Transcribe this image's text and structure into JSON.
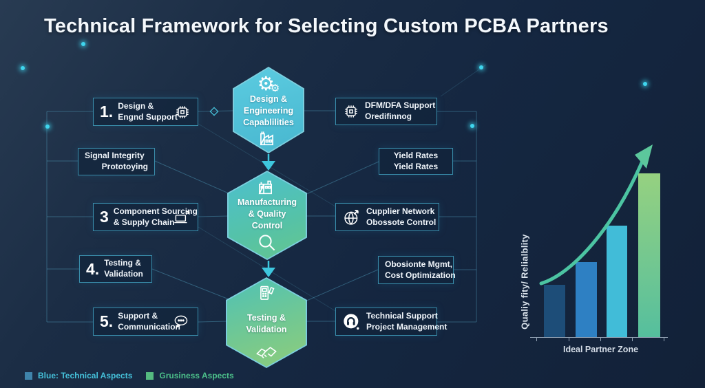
{
  "title": "Technical Framework for Selecting Custom PCBA Partners",
  "hexagons": [
    {
      "label": "Design & Engineering Capablilities",
      "top_icon": "gears-icon",
      "bottom_icon": "factory-icon"
    },
    {
      "label": "Manufacturing & Quality Control",
      "top_icon": "factory-icon",
      "bottom_icon": "magnifier-icon"
    },
    {
      "label": "Testing & Validation",
      "top_icon": "multimeter-icon",
      "bottom_icon": "handshake-icon"
    }
  ],
  "left_boxes": [
    {
      "number": "1.",
      "line1": "Design &",
      "line2": "Engnd Support",
      "icon": "chip-icon"
    },
    {
      "number": "",
      "line1": "Signal Integrity",
      "line2": "Prototoying",
      "icon": ""
    },
    {
      "number": "3",
      "line1": "Component Sourcing",
      "line2": "& Supply Chain",
      "icon": "laptop-arrow-icon"
    },
    {
      "number": "4.",
      "line1": "Testing &",
      "line2": "Validation",
      "icon": ""
    },
    {
      "number": "5.",
      "line1": "Support &",
      "line2": "Communication",
      "icon": "chat-bubbles-icon"
    }
  ],
  "right_boxes": [
    {
      "line1": "DFM/DFA Support",
      "line2": "Oredifinnog",
      "icon": "chip-icon"
    },
    {
      "line1": "Yield Rates",
      "line2": "Yield Rates",
      "icon": ""
    },
    {
      "line1": "Cupplier Network",
      "line2": "Obossote Control",
      "icon": "globe-arrow-icon"
    },
    {
      "line1": "Obosionte Mgmt,",
      "line2": "Cost Optimization",
      "icon": ""
    },
    {
      "line1": "Technical Support",
      "line2": "Project Management",
      "icon": "headset-icon"
    }
  ],
  "chart_data": {
    "type": "bar",
    "title": "",
    "xlabel": "Ideal Partner Zone",
    "ylabel": "Qualiy fity/ Relialblity",
    "categories": [
      "",
      "",
      "",
      ""
    ],
    "values": [
      32,
      46,
      68,
      100
    ],
    "ylim": [
      0,
      100
    ],
    "colors": [
      "#1d4d78",
      "#2e80c3",
      "#41bcd8",
      "gradient-green"
    ],
    "grid": false,
    "legend_position": "none",
    "annotations": [
      "ascending trend arrow"
    ]
  },
  "legend": {
    "items": [
      {
        "label": "Blue: Technical Aspects",
        "swatch": "#3f84ab",
        "text_color": "#45c1da"
      },
      {
        "label": "Grusiness Aspects",
        "swatch": "#55ba80",
        "text_color": "#4cc08a"
      }
    ]
  },
  "colors": {
    "background": "#152741",
    "accent_cyan": "#3ec7de",
    "accent_green": "#65c68e",
    "box_border": "#43a8c7",
    "trend_arrow": "#4cc4a2"
  }
}
